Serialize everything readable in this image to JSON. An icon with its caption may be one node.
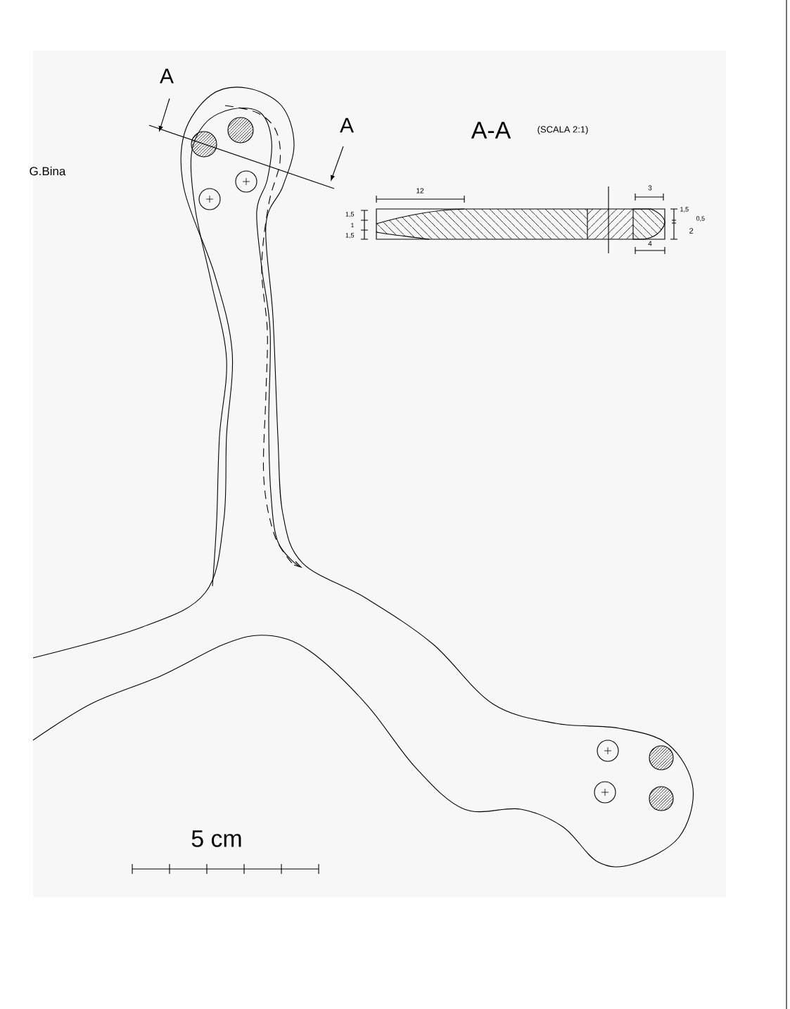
{
  "diagram": {
    "labels": [
      "A",
      "A",
      "G.Bina",
      "A-A",
      "(SCALA 2:1)",
      "12",
      "3",
      "1,5",
      "1",
      "1,5",
      "1,5",
      "0,5",
      "2",
      "4",
      "5 cm"
    ]
  }
}
